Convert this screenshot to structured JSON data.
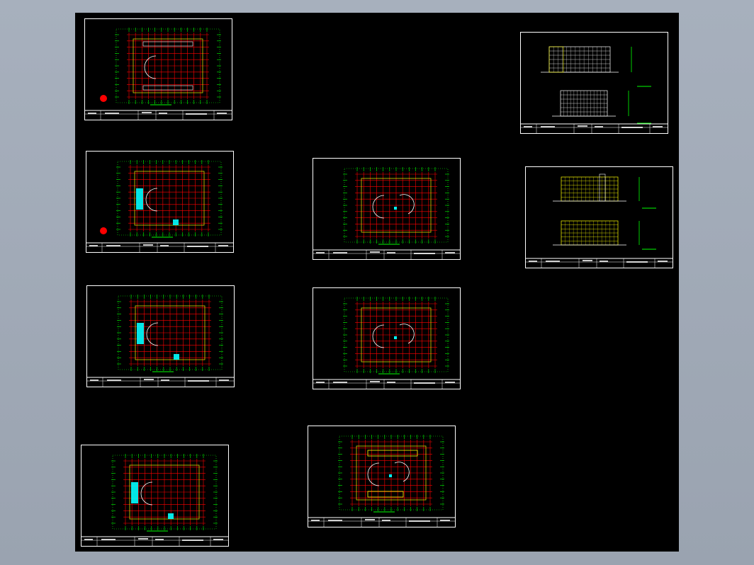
{
  "colors": {
    "background": "#9aa3b0",
    "canvas": "#000000",
    "frame": "#ffffff",
    "grid": "#ff0000",
    "dimension": "#00ff00",
    "wall": "#ffff00",
    "accent": "#00ffff",
    "marker": "#ff0000"
  },
  "sheets": [
    {
      "id": "sheet-1",
      "type": "plan",
      "variant": "roof"
    },
    {
      "id": "sheet-2",
      "type": "plan",
      "variant": "ground"
    },
    {
      "id": "sheet-3",
      "type": "plan",
      "variant": "second"
    },
    {
      "id": "sheet-4",
      "type": "plan",
      "variant": "upper-a"
    },
    {
      "id": "sheet-5",
      "type": "plan",
      "variant": "upper-b"
    },
    {
      "id": "sheet-6",
      "type": "plan",
      "variant": "upper-c"
    },
    {
      "id": "sheet-7",
      "type": "plan",
      "variant": "upper-d"
    },
    {
      "id": "sheet-8",
      "type": "elevation",
      "variant": "front-back"
    },
    {
      "id": "sheet-9",
      "type": "elevation",
      "variant": "sides"
    }
  ]
}
